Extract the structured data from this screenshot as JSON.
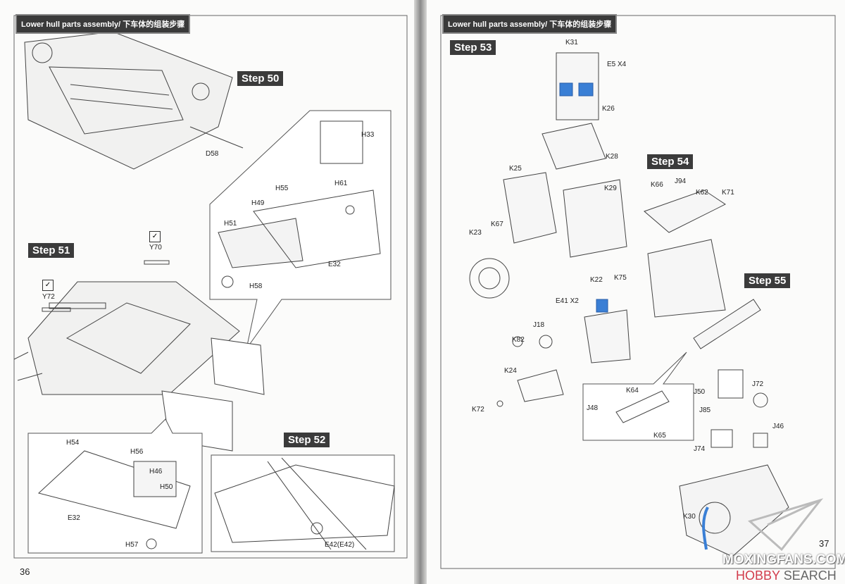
{
  "left_page": {
    "header": "Lower hull parts assembly/ 下车体的组装步骤",
    "page_number": "36",
    "steps": [
      "Step 50",
      "Step 51",
      "Step 52"
    ],
    "labels": [
      "D58",
      "H33",
      "H61",
      "H55",
      "H49",
      "H51",
      "E32",
      "H58",
      "Y70",
      "Y72",
      "H54",
      "H56",
      "H46",
      "H50",
      "E32",
      "H57",
      "E42(E42)"
    ]
  },
  "right_page": {
    "header": "Lower hull parts assembly/ 下车体的组装步骤",
    "page_number": "37",
    "steps": [
      "Step 53",
      "Step 54",
      "Step 55"
    ],
    "labels": [
      "K31",
      "E5 X4",
      "K26",
      "K28",
      "K25",
      "K29",
      "K66",
      "J94",
      "K62",
      "K71",
      "K23",
      "K67",
      "K22",
      "K75",
      "E41 X2",
      "J18",
      "K82",
      "K24",
      "K72",
      "K64",
      "J48",
      "K65",
      "J50",
      "J72",
      "J85",
      "J46",
      "J74",
      "K30"
    ]
  },
  "watermark": {
    "line1": "MOXINGFANS.COM",
    "line2_a": "HOBBY",
    "line2_b": " SEARCH"
  },
  "colors": {
    "part_highlight": "#3a7fd5",
    "step_bg": "#3b3b3b"
  }
}
